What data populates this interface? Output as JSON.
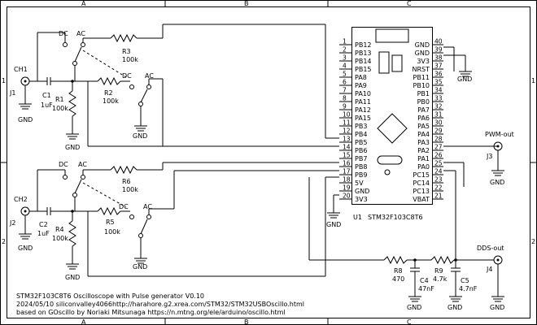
{
  "frame": {
    "columns": [
      "A",
      "B",
      "C"
    ],
    "rows": [
      "1",
      "2"
    ]
  },
  "channels": [
    {
      "connector": "CH1",
      "ref": "J1",
      "gnd": "GND",
      "cap_ref": "C1",
      "cap_val": "1uF",
      "r1_ref": "R1",
      "r1_val": "100k",
      "r2_ref": "R2",
      "r2_val": "100k",
      "r3_ref": "R3",
      "r3_val": "100k",
      "switch_a_dc": "DC",
      "switch_a_ac": "AC",
      "switch_b_dc": "DC",
      "switch_b_ac": "AC",
      "gnd_r": "GND",
      "gnd_sw": "GND"
    },
    {
      "connector": "CH2",
      "ref": "J2",
      "gnd": "GND",
      "cap_ref": "C2",
      "cap_val": "1uF",
      "r1_ref": "R4",
      "r1_val": "100k",
      "r2_ref": "R5",
      "r2_val": "100k",
      "r3_ref": "R6",
      "r3_val": "100k",
      "switch_a_dc": "DC",
      "switch_a_ac": "AC",
      "switch_b_dc": "DC",
      "switch_b_ac": "AC",
      "gnd_r": "GND",
      "gnd_sw": "GND"
    }
  ],
  "mcu": {
    "ref": "U1",
    "name": "STM32F103C8T6",
    "left_pins": [
      {
        "num": "1",
        "name": "PB12"
      },
      {
        "num": "2",
        "name": "PB13"
      },
      {
        "num": "3",
        "name": "PB14"
      },
      {
        "num": "4",
        "name": "PB15"
      },
      {
        "num": "5",
        "name": "PA8"
      },
      {
        "num": "6",
        "name": "PA9"
      },
      {
        "num": "7",
        "name": "PA10"
      },
      {
        "num": "8",
        "name": "PA11"
      },
      {
        "num": "9",
        "name": "PA12"
      },
      {
        "num": "10",
        "name": "PA15"
      },
      {
        "num": "11",
        "name": "PB3"
      },
      {
        "num": "12",
        "name": "PB4"
      },
      {
        "num": "13",
        "name": "PB5"
      },
      {
        "num": "14",
        "name": "PB6"
      },
      {
        "num": "15",
        "name": "PB7"
      },
      {
        "num": "16",
        "name": "PB8"
      },
      {
        "num": "17",
        "name": "PB9"
      },
      {
        "num": "18",
        "name": "5V"
      },
      {
        "num": "19",
        "name": "GND"
      },
      {
        "num": "20",
        "name": "3V3"
      }
    ],
    "right_pins": [
      {
        "num": "40",
        "name": "GND"
      },
      {
        "num": "39",
        "name": "GND"
      },
      {
        "num": "38",
        "name": "3V3"
      },
      {
        "num": "37",
        "name": "NRST"
      },
      {
        "num": "36",
        "name": "PB11"
      },
      {
        "num": "35",
        "name": "PB10"
      },
      {
        "num": "34",
        "name": "PB1"
      },
      {
        "num": "33",
        "name": "PB0"
      },
      {
        "num": "32",
        "name": "PA7"
      },
      {
        "num": "31",
        "name": "PA6"
      },
      {
        "num": "30",
        "name": "PA5"
      },
      {
        "num": "29",
        "name": "PA4"
      },
      {
        "num": "28",
        "name": "PA3"
      },
      {
        "num": "27",
        "name": "PA2"
      },
      {
        "num": "26",
        "name": "PA1"
      },
      {
        "num": "25",
        "name": "PA0"
      },
      {
        "num": "24",
        "name": "PC15"
      },
      {
        "num": "23",
        "name": "PC14"
      },
      {
        "num": "22",
        "name": "PC13"
      },
      {
        "num": "21",
        "name": "VBAT"
      }
    ],
    "gnd_top": "GND",
    "gnd_bottom": "GND"
  },
  "pwm": {
    "label": "PWM-out",
    "ref": "J3",
    "gnd": "GND"
  },
  "dds": {
    "label": "DDS-out",
    "ref": "J4",
    "gnd": "GND",
    "r8_ref": "R8",
    "r8_val": "470",
    "c4_ref": "C4",
    "c4_val": "47nF",
    "r9_ref": "R9",
    "r9_val": "4.7k",
    "c5_ref": "C5",
    "c5_val": "4.7nF",
    "gnd_c4": "GND",
    "gnd_c5": "GND"
  },
  "title_block": {
    "line1": "STM32F103C8T6 Oscilloscope with Pulse generator V0.10",
    "line2": "2024/05/10 siliconvalley4066http://harahore.g2.xrea.com/STM32/STM32USBOscillo.html",
    "line3": "based on GOscillo by Noriaki Mitsunaga https://n.mtng.org/ele/arduino/oscillo.html"
  }
}
